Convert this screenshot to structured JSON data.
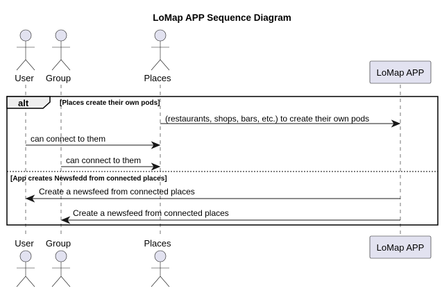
{
  "title": "LoMap APP Sequence Diagram",
  "participants": [
    {
      "id": "user",
      "label": "User",
      "kind": "actor"
    },
    {
      "id": "group",
      "label": "Group",
      "kind": "actor"
    },
    {
      "id": "places",
      "label": "Places",
      "kind": "actor"
    },
    {
      "id": "app",
      "label": "LoMap APP",
      "kind": "participant"
    }
  ],
  "fragment": {
    "keyword": "alt",
    "sections": [
      {
        "guard": "[Places create their own pods]"
      },
      {
        "guard": "[App creates Newsfedd from connected places]"
      }
    ]
  },
  "messages": [
    {
      "from": "places",
      "to": "app",
      "text": "(restaurants, shops, bars, etc.) to create their own pods"
    },
    {
      "from": "user",
      "to": "places",
      "text": "can connect to them"
    },
    {
      "from": "group",
      "to": "places",
      "text": "can connect to them"
    },
    {
      "from": "app",
      "to": "user",
      "text": "Create a newsfeed from connected places"
    },
    {
      "from": "app",
      "to": "group",
      "text": "Create a newsfeed from connected places"
    }
  ],
  "colors": {
    "participant_fill": "#e2e2f0",
    "line": "#181818",
    "frame_tab": "#eeeeee"
  }
}
